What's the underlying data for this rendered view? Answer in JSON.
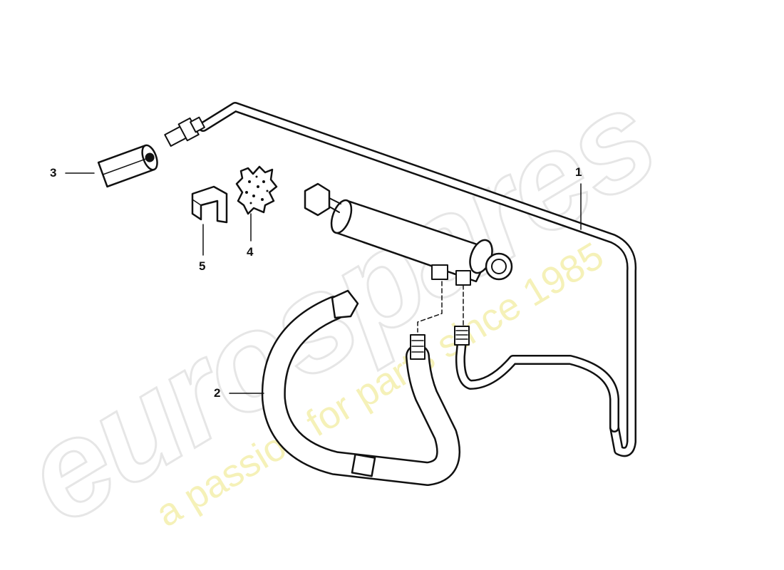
{
  "watermark": {
    "brand": "eurospares",
    "tagline": "a passion for parts since 1985"
  },
  "callouts": [
    {
      "id": "1",
      "label": "1"
    },
    {
      "id": "2",
      "label": "2"
    },
    {
      "id": "3",
      "label": "3"
    },
    {
      "id": "4",
      "label": "4"
    },
    {
      "id": "5",
      "label": "5"
    }
  ]
}
